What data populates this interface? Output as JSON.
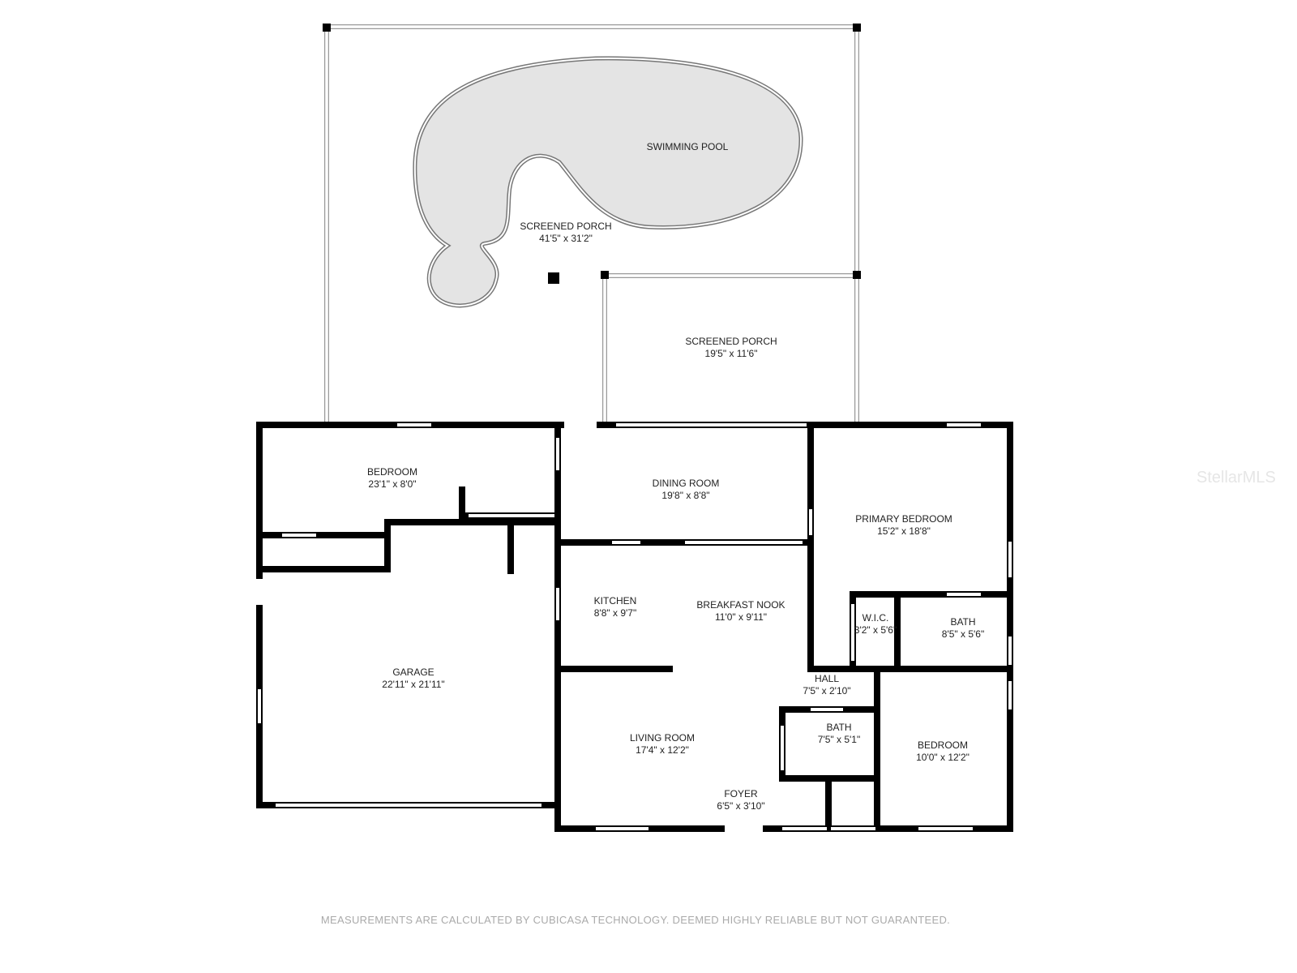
{
  "rooms": {
    "pool": {
      "name": "SWIMMING POOL"
    },
    "porch_main": {
      "name": "SCREENED PORCH",
      "size": "41'5\" x 31'2\""
    },
    "porch_small": {
      "name": "SCREENED PORCH",
      "size": "19'5\" x 11'6\""
    },
    "bedroom_left": {
      "name": "BEDROOM",
      "size": "23'1\" x 8'0\""
    },
    "dining": {
      "name": "DINING ROOM",
      "size": "19'8\" x 8'8\""
    },
    "primary": {
      "name": "PRIMARY BEDROOM",
      "size": "15'2\" x 18'8\""
    },
    "kitchen": {
      "name": "KITCHEN",
      "size": "8'8\" x 9'7\""
    },
    "nook": {
      "name": "BREAKFAST NOOK",
      "size": "11'0\" x 9'11\""
    },
    "wic": {
      "name": "W.I.C.",
      "size": "3'2\" x 5'6\""
    },
    "bath_primary": {
      "name": "BATH",
      "size": "8'5\" x 5'6\""
    },
    "garage": {
      "name": "GARAGE",
      "size": "22'11\" x 21'11\""
    },
    "hall": {
      "name": "HALL",
      "size": "7'5\" x 2'10\""
    },
    "bath_hall": {
      "name": "BATH",
      "size": "7'5\" x 5'1\""
    },
    "living": {
      "name": "LIVING ROOM",
      "size": "17'4\" x 12'2\""
    },
    "bedroom_right": {
      "name": "BEDROOM",
      "size": "10'0\" x 12'2\""
    },
    "foyer": {
      "name": "FOYER",
      "size": "6'5\" x 3'10\""
    }
  },
  "watermark": "StellarMLS",
  "disclaimer": "MEASUREMENTS ARE CALCULATED BY CUBICASA TECHNOLOGY. DEEMED HIGHLY RELIABLE BUT NOT GUARANTEED."
}
